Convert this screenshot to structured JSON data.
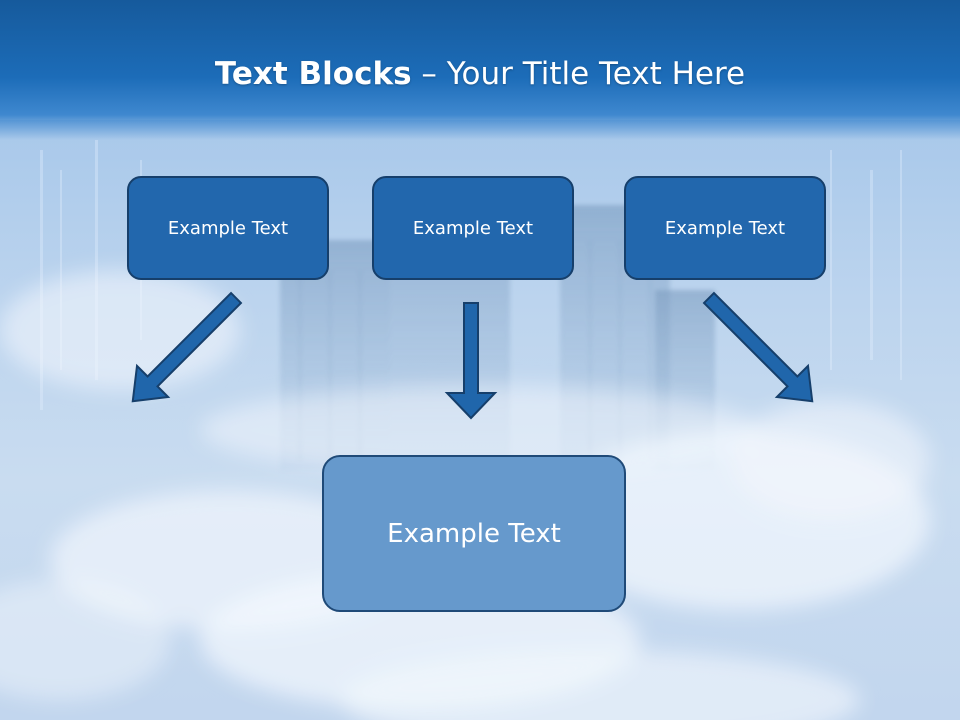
{
  "slide": {
    "title_bold": "Text Blocks",
    "title_rest": " – Your Title Text Here"
  },
  "blocks": [
    {
      "label": "Example Text"
    },
    {
      "label": "Example Text"
    },
    {
      "label": "Example Text"
    }
  ],
  "main_block": {
    "label": "Example Text"
  },
  "colors": {
    "header": "#1c6cb8",
    "small_box": "#2267ad",
    "main_box": "#6699cc",
    "arrow": "#1f5fa0"
  }
}
